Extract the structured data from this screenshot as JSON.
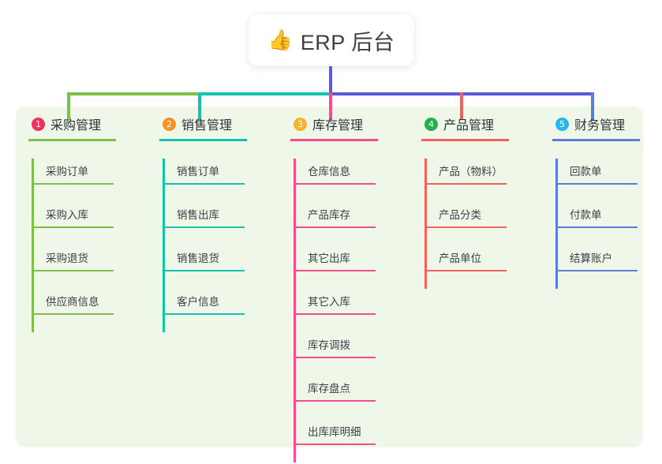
{
  "root": {
    "icon": "thumbs-up-icon",
    "icon_glyph": "👍",
    "title": "ERP 后台"
  },
  "canvas": {
    "panel_color": "#eff7e9",
    "background": "#ffffff"
  },
  "connectors": {
    "stem_color": "#5b5bd6",
    "bus_segments": [
      {
        "name": "bus-left",
        "color": "#7cbf4a"
      },
      {
        "name": "bus-middle",
        "color": "#14c2b0"
      },
      {
        "name": "bus-right",
        "color": "#5b5bd6"
      }
    ],
    "drops": [
      "#7cbf4a",
      "#14c2b0",
      "#ef4f91",
      "#f4615f",
      "#5b7fd4"
    ]
  },
  "columns": [
    {
      "number": "1",
      "badge_color": "#f0325a",
      "accent": "#7cbf4a",
      "title": "采购管理",
      "items": [
        "采购订单",
        "采购入库",
        "采购退货",
        "供应商信息"
      ]
    },
    {
      "number": "2",
      "badge_color": "#f79227",
      "accent": "#14c2b0",
      "title": "销售管理",
      "items": [
        "销售订单",
        "销售出库",
        "销售退货",
        "客户信息"
      ]
    },
    {
      "number": "3",
      "badge_color": "#f9b22b",
      "accent": "#ef4f91",
      "title": "库存管理",
      "items": [
        "仓库信息",
        "产品库存",
        "其它出库",
        "其它入库",
        "库存调拨",
        "库存盘点",
        "出库库明细"
      ]
    },
    {
      "number": "4",
      "badge_color": "#22b14c",
      "accent": "#f4615f",
      "title": "产品管理",
      "items": [
        "产品（物料）",
        "产品分类",
        "产品单位"
      ]
    },
    {
      "number": "5",
      "badge_color": "#29b6e8",
      "accent": "#5b7fd4",
      "title": "财务管理",
      "items": [
        "回款单",
        "付款单",
        "结算账户"
      ]
    }
  ]
}
